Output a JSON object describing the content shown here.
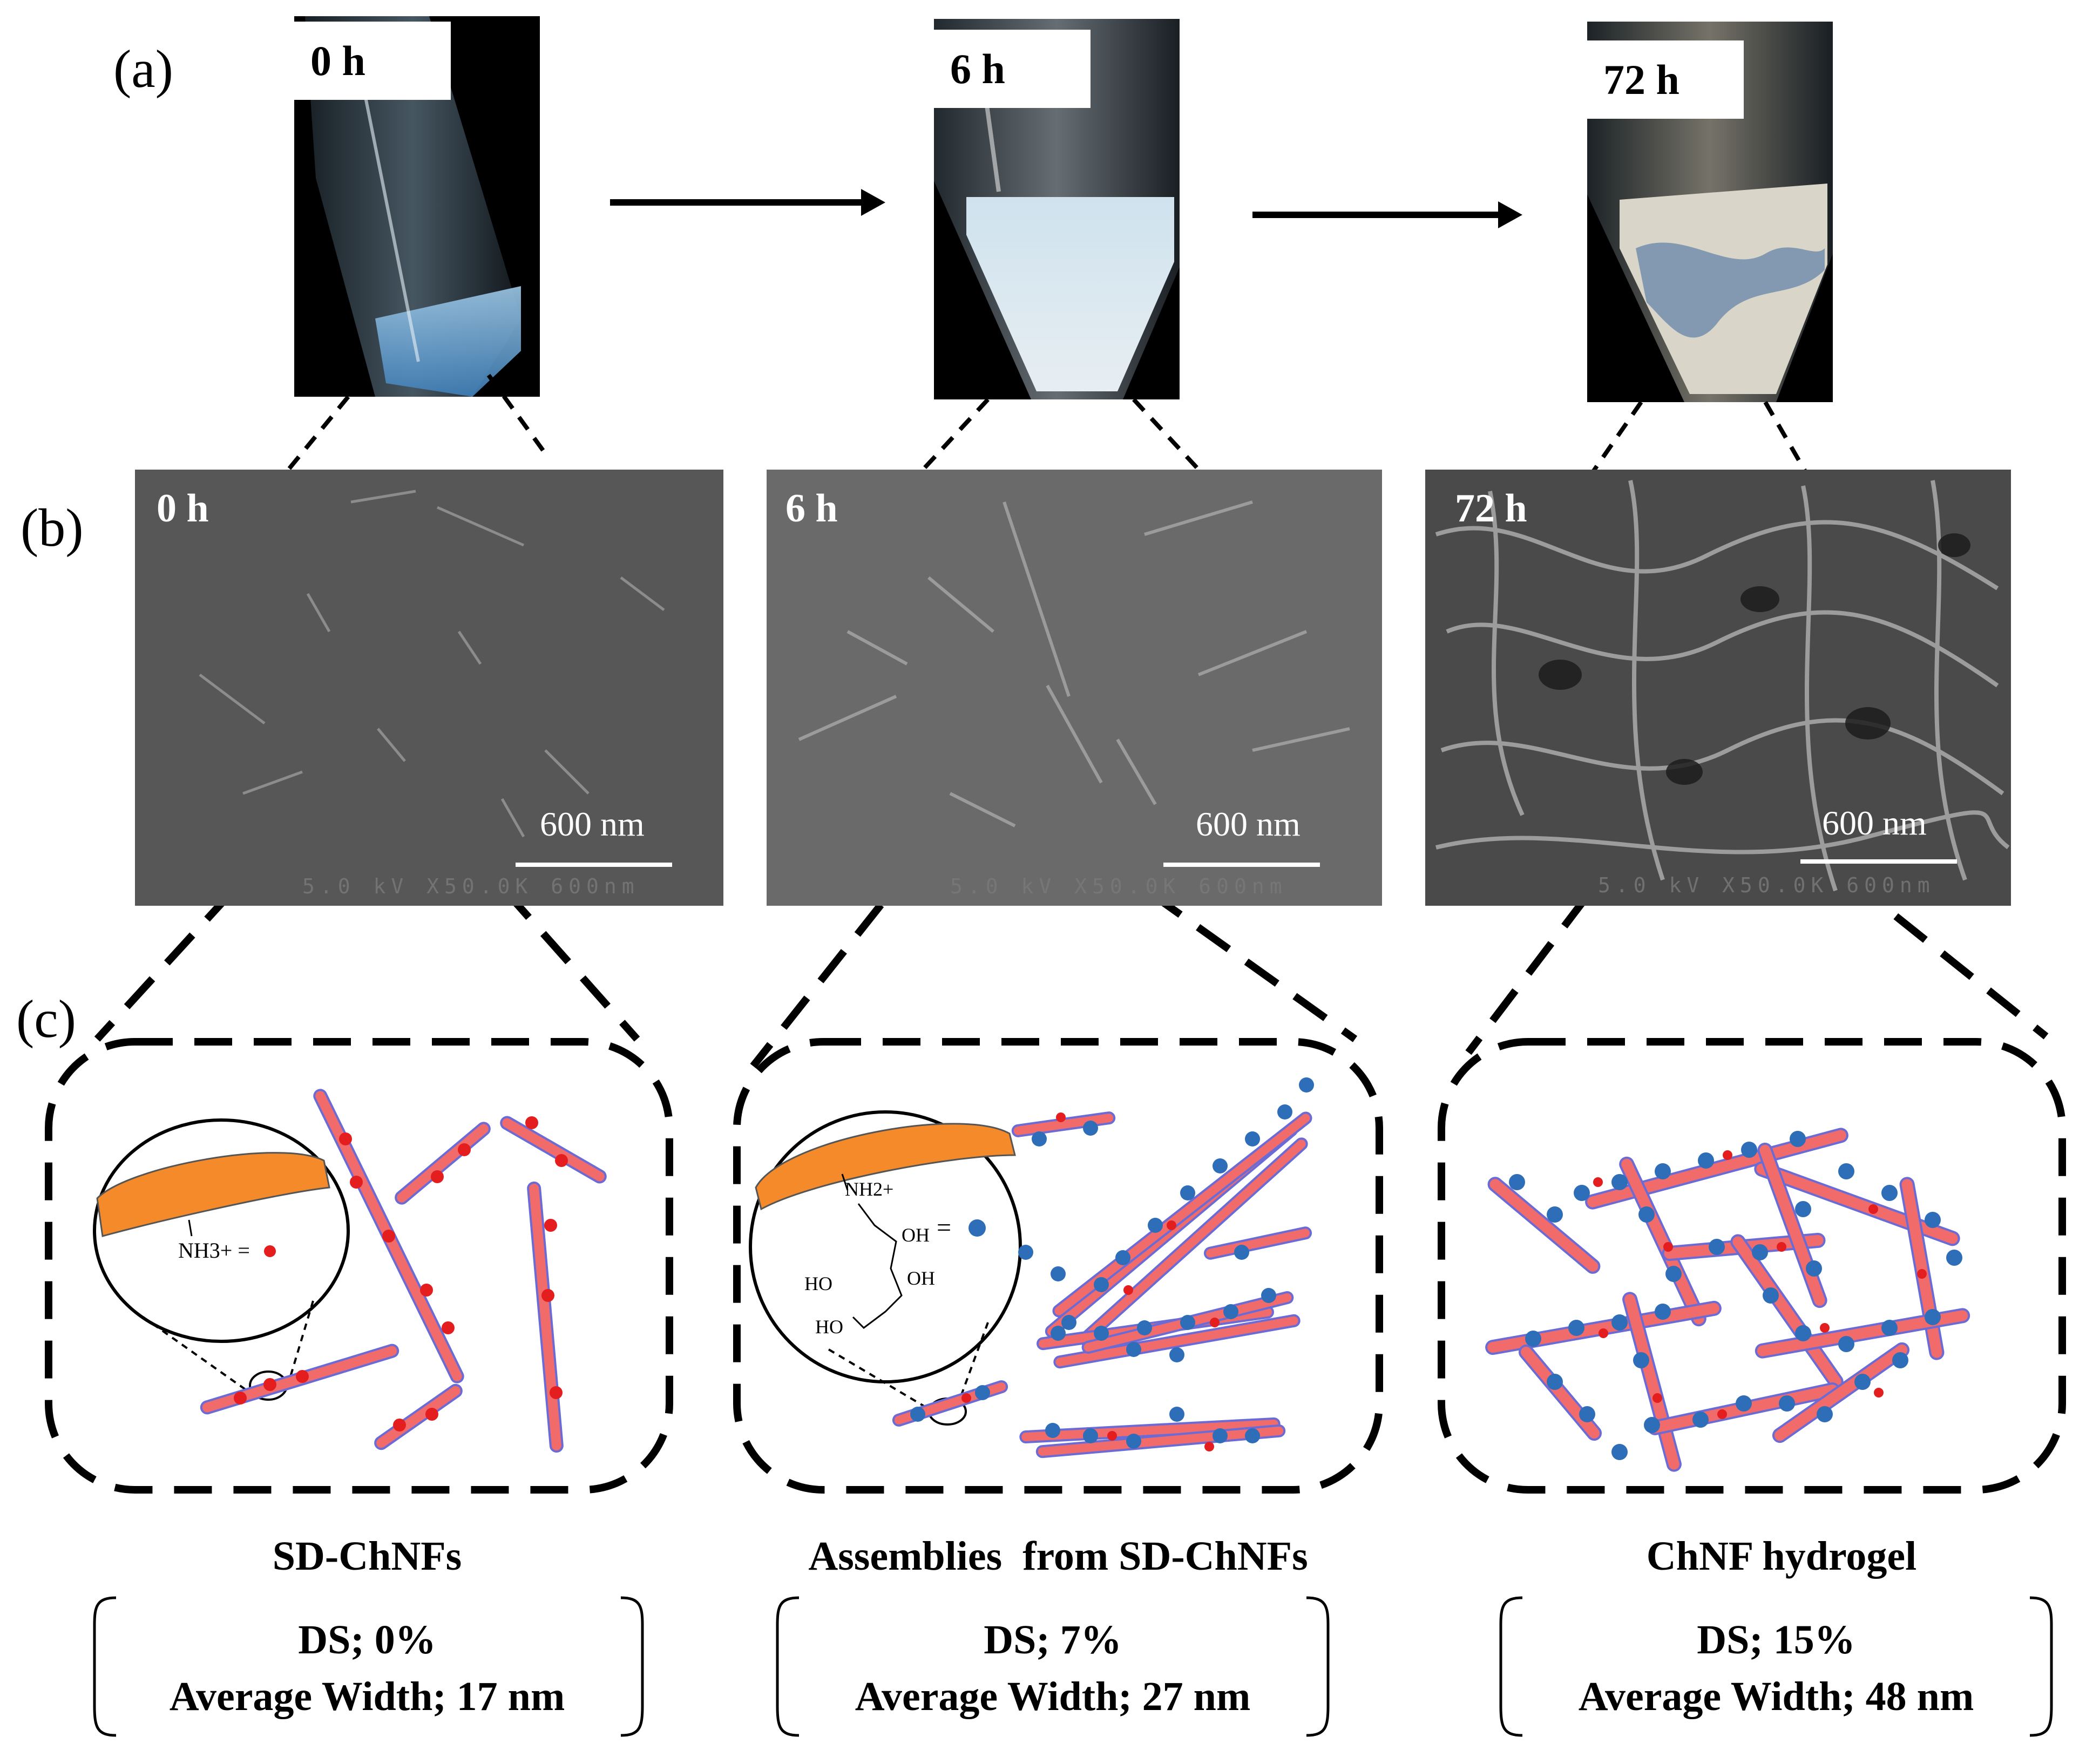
{
  "panel_letters": {
    "a": "(a)",
    "b": "(b)",
    "c": "(c)"
  },
  "stages": [
    {
      "photo_time": "0 h",
      "sem_time": "0 h",
      "scale_bar": "600 nm",
      "sem_info": "5.0 kV X50.0K 600nm",
      "title": "SD-ChNFs",
      "ds": "DS; 0%",
      "width": "Average Width; 17 nm",
      "inset_label": "NH3+ =",
      "inset_marker": "red-dot"
    },
    {
      "photo_time": "6 h",
      "sem_time": "6 h",
      "scale_bar": "600 nm",
      "sem_info": "5.0 kV X50.0K 600nm",
      "title": "Assemblies  from SD-ChNFs",
      "ds": "DS; 7%",
      "width": "Average Width; 27 nm",
      "inset_label": "NH2+",
      "inset_groups": [
        "OH",
        "HO",
        "OH",
        "HO"
      ],
      "inset_marker": "blue-dot"
    },
    {
      "photo_time": "72 h",
      "sem_time": "72 h",
      "scale_bar": "600 nm",
      "sem_info": "5.0 kV X50.0K 600nm",
      "title": "ChNF hydrogel",
      "ds": "DS; 15%",
      "width": "Average Width; 48 nm"
    }
  ],
  "colors": {
    "fiber": "#f26b6b",
    "fiber_edge": "#6b6bd6",
    "red_marker": "#e41e1e",
    "blue_marker": "#2e6db8",
    "chitin_surface": "#f58a2a"
  }
}
